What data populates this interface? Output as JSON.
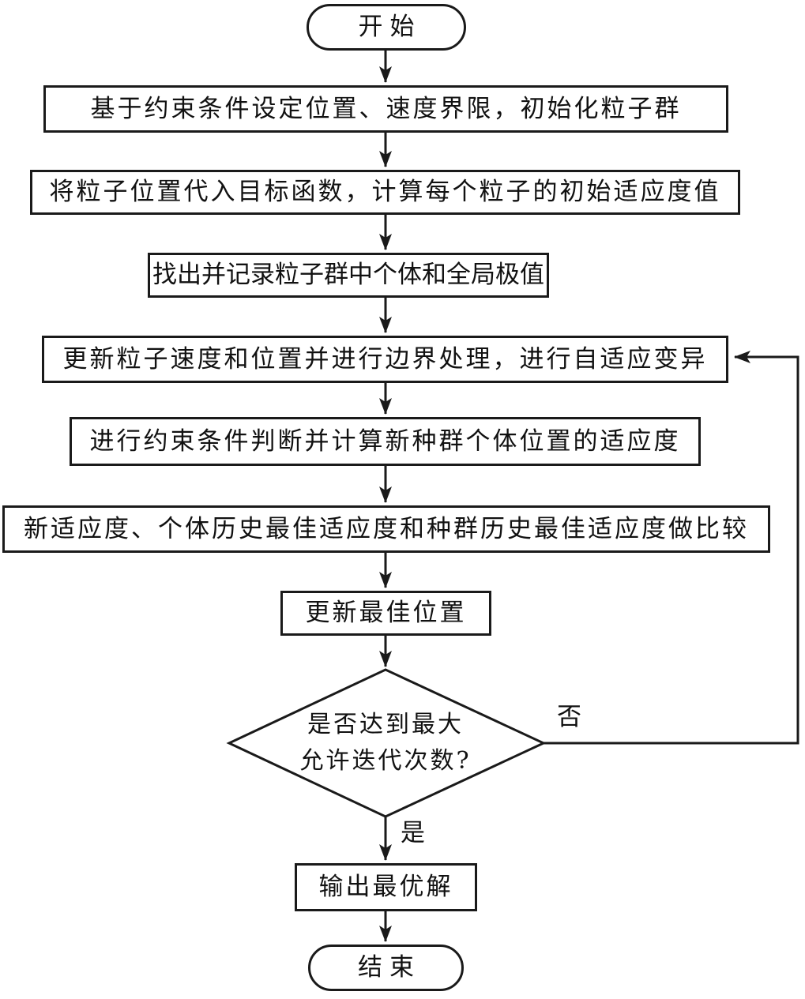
{
  "flowchart": {
    "background_color": "#ffffff",
    "line_color": "#1a1a1a",
    "nodes": {
      "start": {
        "type": "terminal",
        "label": "开始"
      },
      "init": {
        "type": "process",
        "label": "基于约束条件设定位置、速度界限，初始化粒子群"
      },
      "eval_initial": {
        "type": "process",
        "label": "将粒子位置代入目标函数，计算每个粒子的初始适应度值"
      },
      "record_extrema": {
        "type": "process",
        "label": "找出并记录粒子群中个体和全局极值"
      },
      "update_particles": {
        "type": "process",
        "label": "更新粒子速度和位置并进行边界处理，进行自适应变异"
      },
      "constraint_check": {
        "type": "process",
        "label": "进行约束条件判断并计算新种群个体位置的适应度"
      },
      "compare_fitness": {
        "type": "process",
        "label": "新适应度、个体历史最佳适应度和种群历史最佳适应度做比较"
      },
      "update_best": {
        "type": "process",
        "label": "更新最佳位置"
      },
      "decision": {
        "type": "decision",
        "line1": "是否达到最大",
        "line2": "允许迭代次数?"
      },
      "output": {
        "type": "process",
        "label": "输出最优解"
      },
      "end": {
        "type": "terminal",
        "label": "结束"
      }
    },
    "edges": {
      "yes_label": "是",
      "no_label": "否"
    }
  }
}
